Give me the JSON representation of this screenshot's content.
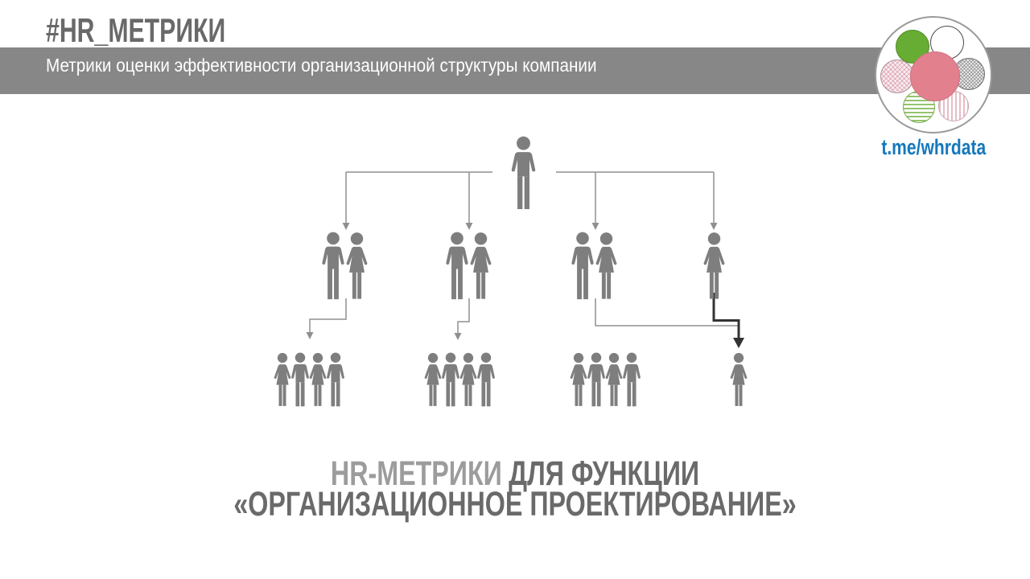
{
  "header": {
    "hashtag_title": "#HR_МЕТРИКИ",
    "subtitle": "Метрики оценки эффективности организационной структуры компании"
  },
  "branding": {
    "telegram_link": "t.me/whrdata",
    "logo_circles": [
      "green-solid",
      "white-outline",
      "pink-crosshatch",
      "gray-checkered",
      "green-horizontal-stripes",
      "pink-vertical-stripes",
      "pink-solid-center"
    ]
  },
  "slide_title": {
    "part_light": "HR-МЕТРИКИ",
    "part_dark": "ДЛЯ ФУНКЦИИ",
    "line2": "«ОРГАНИЗАЦИОННОЕ ПРОЕКТИРОВАНИЕ»"
  },
  "org_chart": {
    "description": "Three-level organizational hierarchy drawn with gray people pictograms, no text labels",
    "levels": [
      {
        "level": 1,
        "nodes": [
          {
            "figures": "1 man",
            "role": "top manager"
          }
        ]
      },
      {
        "level": 2,
        "nodes": [
          {
            "figures": "couple (man + woman)"
          },
          {
            "figures": "couple (man + woman)"
          },
          {
            "figures": "couple (man + woman)"
          },
          {
            "figures": "1 woman"
          }
        ]
      },
      {
        "level": 3,
        "nodes": [
          {
            "figures": "group of 4 people"
          },
          {
            "figures": "group of 4 people"
          },
          {
            "figures": "group of 4 people"
          },
          {
            "figures": "1 woman"
          }
        ]
      }
    ],
    "connections": [
      "top man -> four thin arrows to each level-2 node",
      "couple 1 -> thin elbow arrow to group 1",
      "couple 2 -> thin elbow arrow to group 2",
      "couple 3 -> thin elbow line to level-3 single woman",
      "level-2 single woman -> thick dark elbow arrow to level-3 single woman"
    ]
  },
  "colors": {
    "subtitle_bar": "#878787",
    "heading_gray": "#696969",
    "figure_gray": "#7e7e7e",
    "thin_line": "#8f8f8f",
    "thick_line": "#333333",
    "title_light": "#9c9c9c",
    "title_dark": "#6a6a6a",
    "accent_blue": "#1578bd",
    "logo_pink": "#e2808e",
    "logo_green": "#67ad33"
  }
}
